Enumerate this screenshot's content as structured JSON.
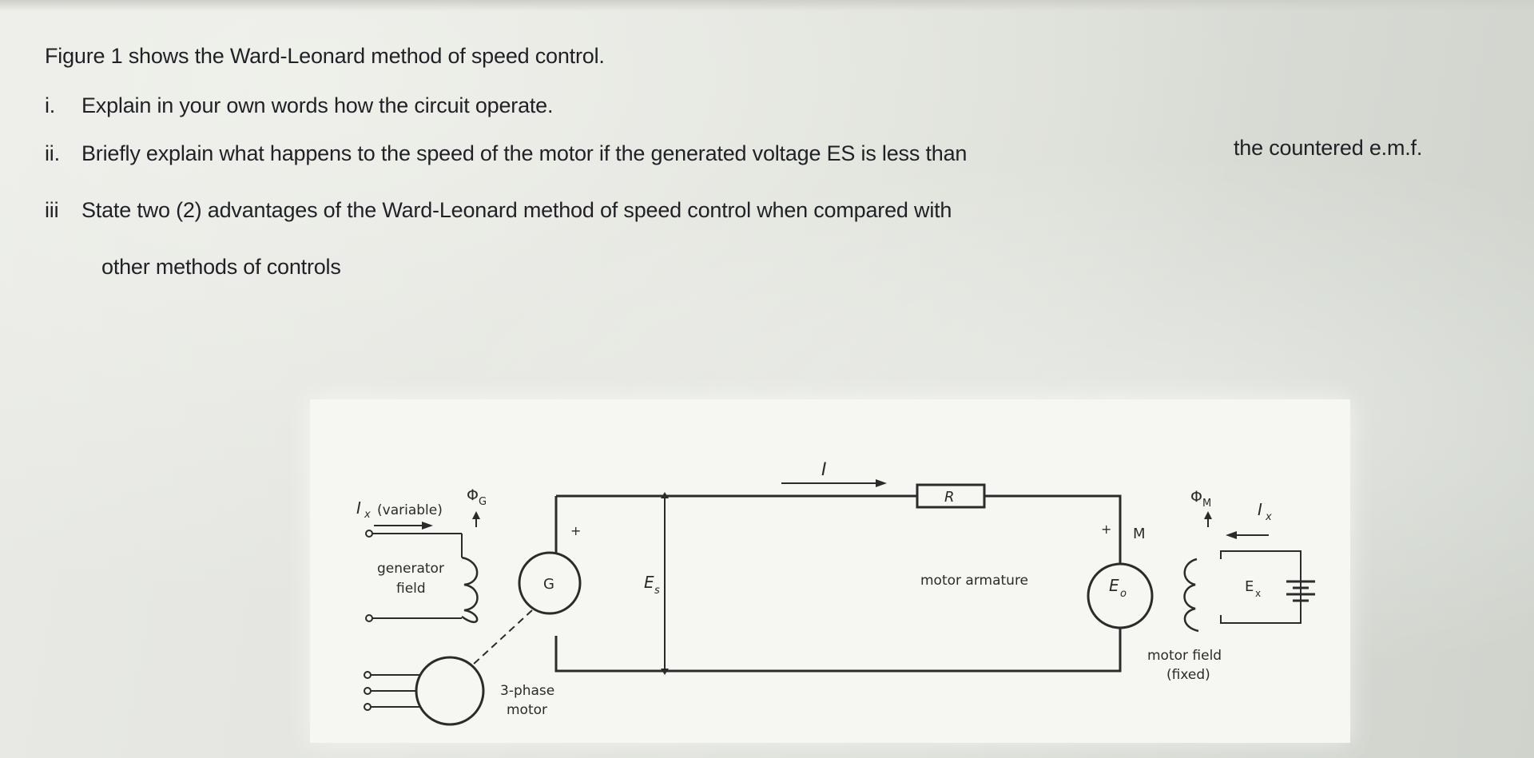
{
  "question": {
    "title": "Figure 1 shows the Ward-Leonard method of speed control.",
    "items": [
      {
        "num": "i.",
        "text": "Explain in your own words how the circuit operate."
      },
      {
        "num": "ii.",
        "text": "Briefly explain what happens to the speed of the motor if the generated voltage ES is less than",
        "tail": "the countered e.m.f."
      },
      {
        "num": "iii",
        "text": "State two (2) advantages of the Ward-Leonard method of speed control when compared with",
        "continuation": "other methods of controls"
      }
    ]
  },
  "figure": {
    "current_label": "I",
    "ix_variable": "I",
    "ix_variable_sub": "x",
    "variable_label": "(variable)",
    "phi_g": "Φ",
    "phi_g_sub": "G",
    "generator_field": [
      "generator",
      "field"
    ],
    "generator_symbol": "G",
    "es_label": "E",
    "es_sub": "s",
    "resistor_label": "R",
    "motor_symbol": "M",
    "motor_armature": "motor armature",
    "eo_label": "E",
    "eo_sub": "o",
    "phi_m": "Φ",
    "phi_m_sub": "M",
    "ix_right": "I",
    "ix_right_sub": "x",
    "ex_label": "E",
    "ex_sub": "x",
    "motor_field": [
      "motor field",
      "(fixed)"
    ],
    "three_phase_motor": [
      "3-phase",
      "motor"
    ],
    "plus": "+"
  }
}
